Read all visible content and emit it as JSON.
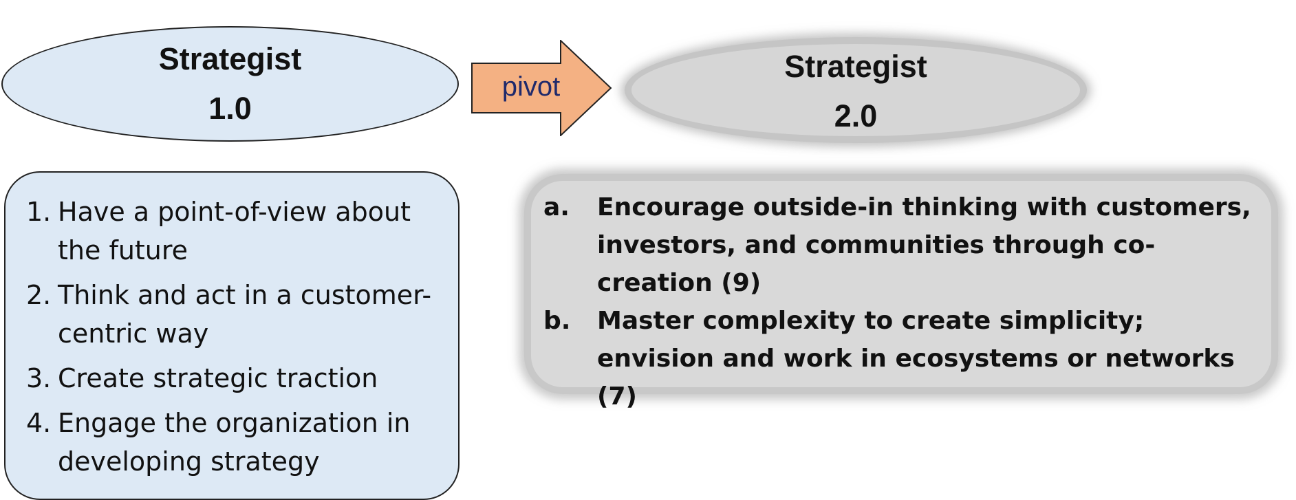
{
  "left_ellipse": {
    "line1": "Strategist",
    "line2": "1.0"
  },
  "arrow": {
    "label": "pivot",
    "fill": "#f4b183",
    "stroke": "#222222"
  },
  "right_ellipse": {
    "line1": "Strategist",
    "line2": "2.0"
  },
  "left_list": [
    {
      "marker": "1.",
      "text": "Have a point-of-view about the future"
    },
    {
      "marker": "2.",
      "text": "Think and act in a customer-centric way"
    },
    {
      "marker": "3.",
      "text": "Create strategic traction"
    },
    {
      "marker": "4.",
      "text": "Engage the organization in developing strategy"
    }
  ],
  "right_list": [
    {
      "marker": "a.",
      "text": "Encourage outside-in thinking with customers, investors, and communities through co-creation (9)"
    },
    {
      "marker": "b.",
      "text": "Master complexity to create simplicity; envision and work in ecosystems or networks (7)"
    }
  ],
  "colors": {
    "light_blue": "#dde9f5",
    "gray": "#d9d9d9",
    "arrow_orange": "#f4b183",
    "pivot_text": "#1f2a6b"
  }
}
